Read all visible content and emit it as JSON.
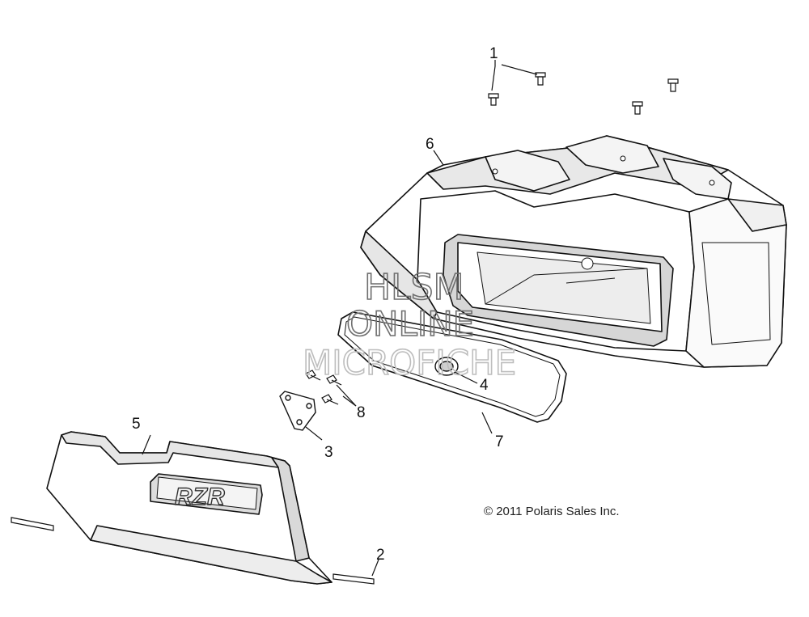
{
  "diagram": {
    "callouts": [
      "1",
      "2",
      "3",
      "4",
      "5",
      "6",
      "7",
      "8"
    ],
    "copyright": "© 2011 Polaris Sales Inc.",
    "watermark": {
      "line1": "HLSM",
      "line2": "ONLINE",
      "line3": "MICROFICHE"
    },
    "logo_text": "RZR",
    "colors": {
      "line": "#111111",
      "shade_dark": "#cfcfcf",
      "shade_mid": "#e3e3e3",
      "watermark": "#6e6e6e",
      "watermark_light": "#bdbdbd"
    }
  }
}
